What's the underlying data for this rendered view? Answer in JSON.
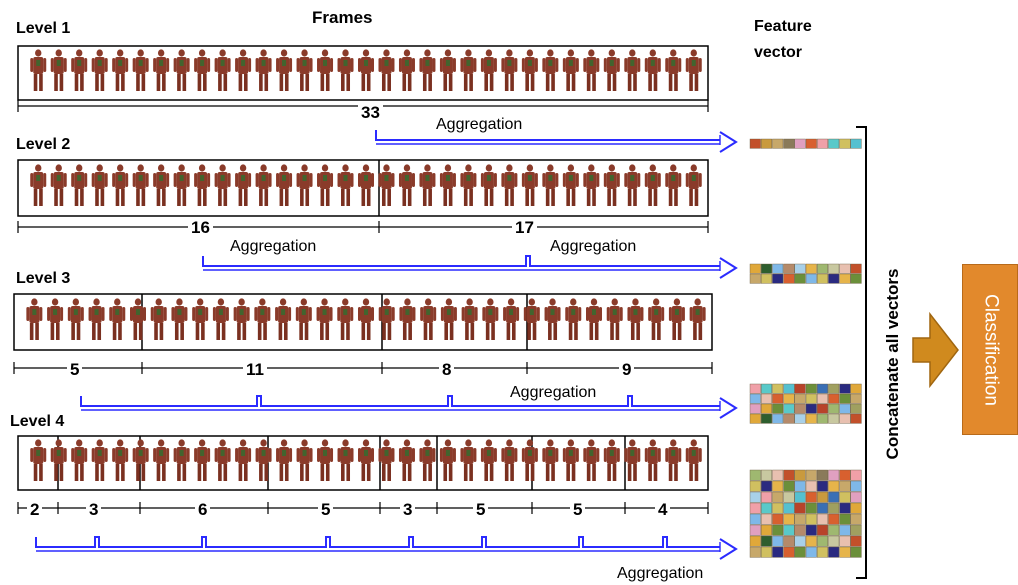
{
  "header": {
    "frames_label": "Frames",
    "feature_vector_label_1": "Feature",
    "feature_vector_label_2": "vector"
  },
  "levels": [
    {
      "title": "Level 1",
      "segments": [
        33
      ]
    },
    {
      "title": "Level 2",
      "segments": [
        16,
        17
      ]
    },
    {
      "title": "Level 3",
      "segments": [
        5,
        11,
        8,
        9
      ]
    },
    {
      "title": "Level 4",
      "segments": [
        2,
        3,
        6,
        5,
        3,
        5,
        5,
        4
      ]
    }
  ],
  "aggregation_label": "Aggregation",
  "concatenate_label": "Concatenate all vectors",
  "classification_label": "Classification",
  "colors": {
    "arrow": "#2b2bff",
    "figure_body": "#8a3b2a",
    "figure_accent": "#2f6f2f",
    "classification_box": "#e2892c",
    "right_arrow": "#d08a1e",
    "feature_palette": [
      "#c2502a",
      "#d8602f",
      "#b8432a",
      "#e0a83a",
      "#e6b44a",
      "#c99a3e",
      "#f0a0a8",
      "#6b8f3a",
      "#2e5e2e",
      "#9fb870",
      "#c7a86a",
      "#59c9c9",
      "#3a6fb5",
      "#7fb8e8",
      "#c8c8a0",
      "#8a7a5a",
      "#d0c060",
      "#a0a060",
      "#b58a6a",
      "#e8c0b0",
      "#e0a0c0",
      "#55c0d0",
      "#2a2a80",
      "#a8d0e8"
    ]
  }
}
